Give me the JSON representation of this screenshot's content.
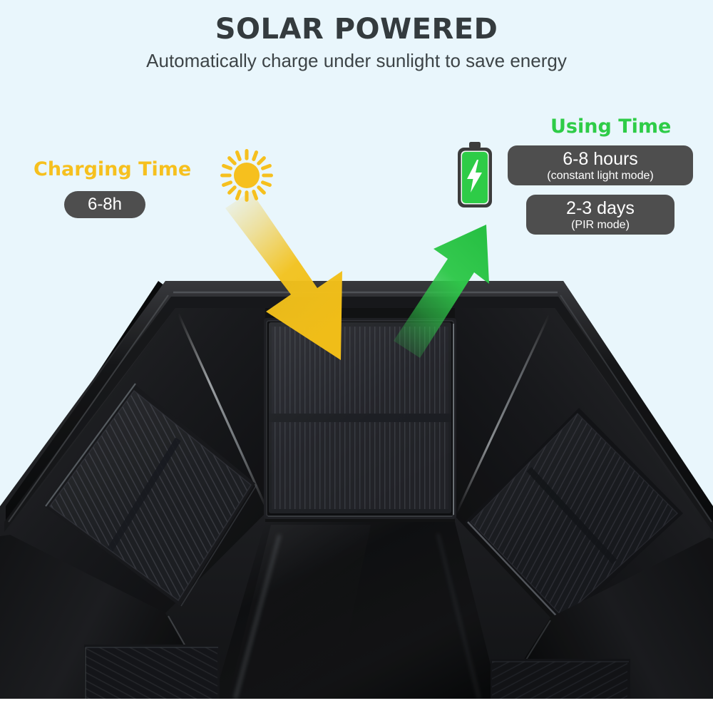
{
  "header": {
    "title": "SOLAR POWERED",
    "subtitle": "Automatically charge under sunlight to save energy"
  },
  "callouts": {
    "charging": {
      "heading": "Charging Time",
      "heading_color": "#f6c01e",
      "badge": "6-8h"
    },
    "using": {
      "heading": "Using Time",
      "heading_color": "#2ecc47",
      "badges": [
        {
          "main": "6-8 hours",
          "sub": "(constant light mode)"
        },
        {
          "main": "2-3 days",
          "sub": "(PIR mode)"
        }
      ]
    }
  },
  "icons": {
    "sun": "sun-icon",
    "battery": "battery-charging-icon",
    "arrow_in": "yellow-down-right-arrow",
    "arrow_out": "green-up-right-arrow"
  },
  "colors": {
    "background": "#e9f6fc",
    "title": "#343b3e",
    "badge_bg": "#4e4e4e",
    "badge_text": "#ffffff",
    "sun_yellow": "#f6c01e",
    "arrow_yellow": "#f3c21c",
    "battery_green": "#2ecc47",
    "arrow_green": "#2fc84a",
    "product_black": "#111214"
  },
  "product": {
    "name": "hexagonal-solar-light",
    "panels": [
      "top-center-solar-panel",
      "left-solar-panel",
      "right-solar-panel",
      "lower-left-solar-panel",
      "lower-right-solar-panel"
    ]
  }
}
